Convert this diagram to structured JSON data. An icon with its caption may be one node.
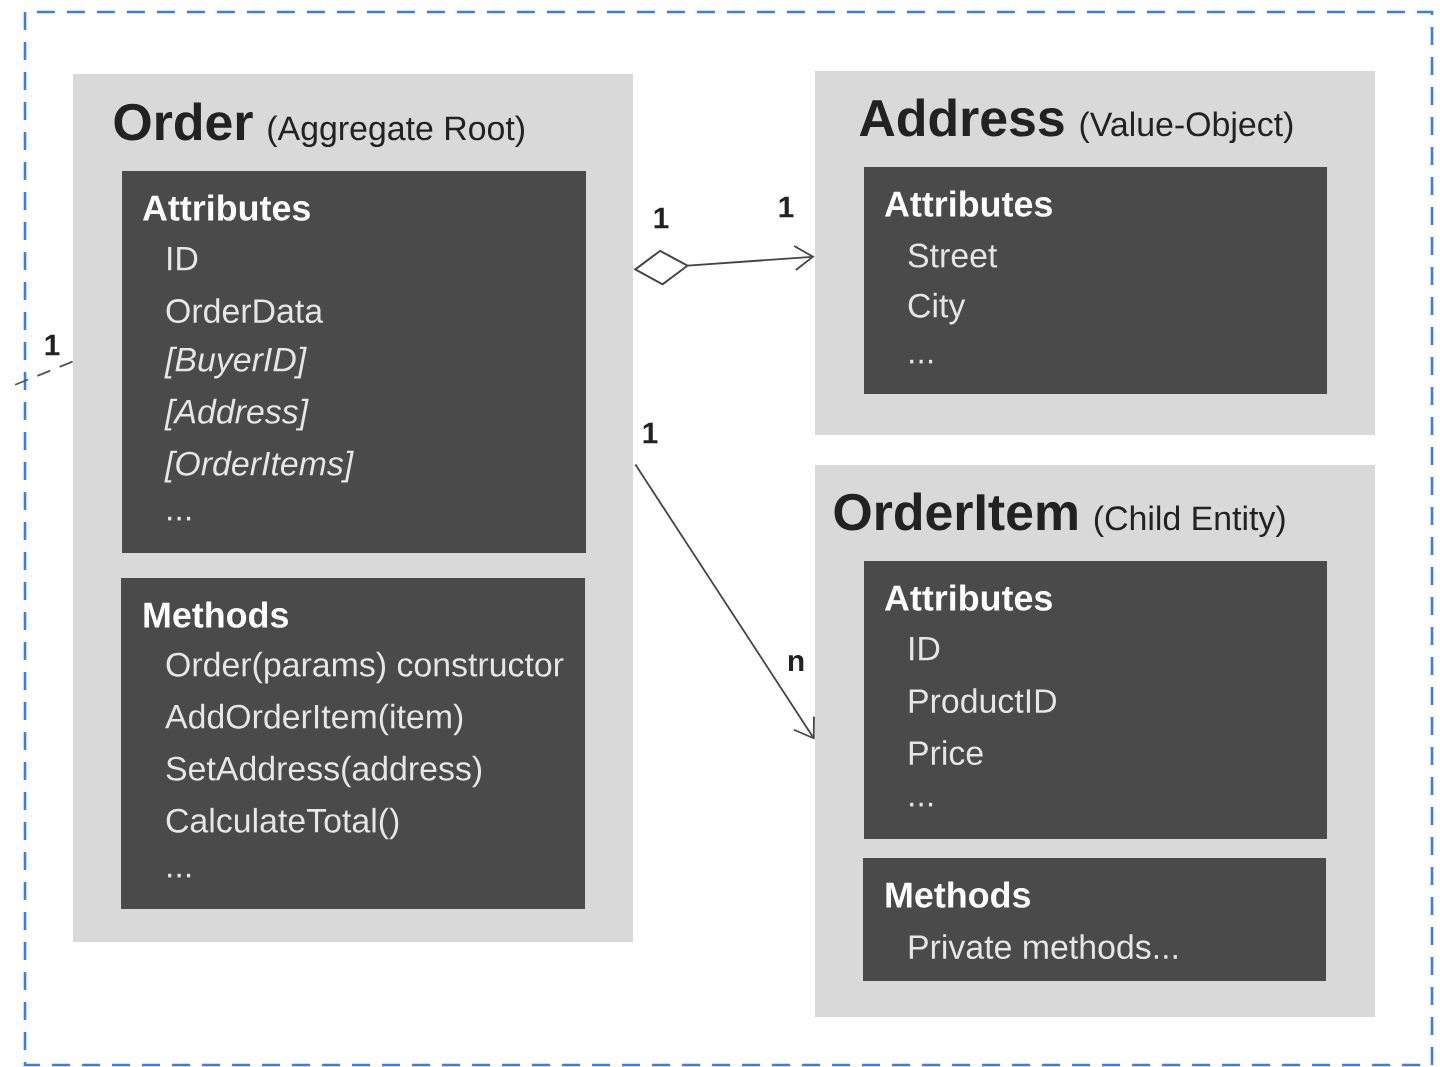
{
  "diagram": {
    "nodes": [
      {
        "text": [
          "Order",
          "(Aggregate Root)"
        ]
      },
      {
        "text": [
          "Attributes",
          "ID",
          "OrderData",
          "*[BuyerID]*",
          "*[Address]*",
          "*[OrderItems]*",
          "..."
        ],
        "in": 0
      },
      {
        "text": [
          "Methods",
          "Order(params) constructor",
          "AddOrderItem(item)",
          "SetAddress(address)",
          "CalculateTotal()",
          "..."
        ],
        "in": 0
      },
      {
        "text": [
          "Address",
          "(Value-Object)"
        ]
      },
      {
        "text": [
          "Attributes",
          "Street",
          "City",
          "..."
        ],
        "in": 3
      },
      {
        "text": [
          "OrderItem",
          "(Child Entity)"
        ]
      },
      {
        "text": [
          "Attributes",
          "ID",
          "ProductID",
          "Price",
          "..."
        ],
        "in": 5
      },
      {
        "text": [
          "Methods",
          "Private methods..."
        ],
        "in": 5
      }
    ],
    "edges": [
      {
        "from": 0,
        "to": 3,
        "arrow": "to"
      },
      {
        "from": 0,
        "to": 5,
        "arrow": "to"
      },
      {
        "from": 0,
        "to": null,
        "arrow": "none",
        "style": "dashed",
        "color": "#555555"
      }
    ],
    "labels": [
      "1",
      "1",
      "1",
      "n",
      "1"
    ]
  }
}
